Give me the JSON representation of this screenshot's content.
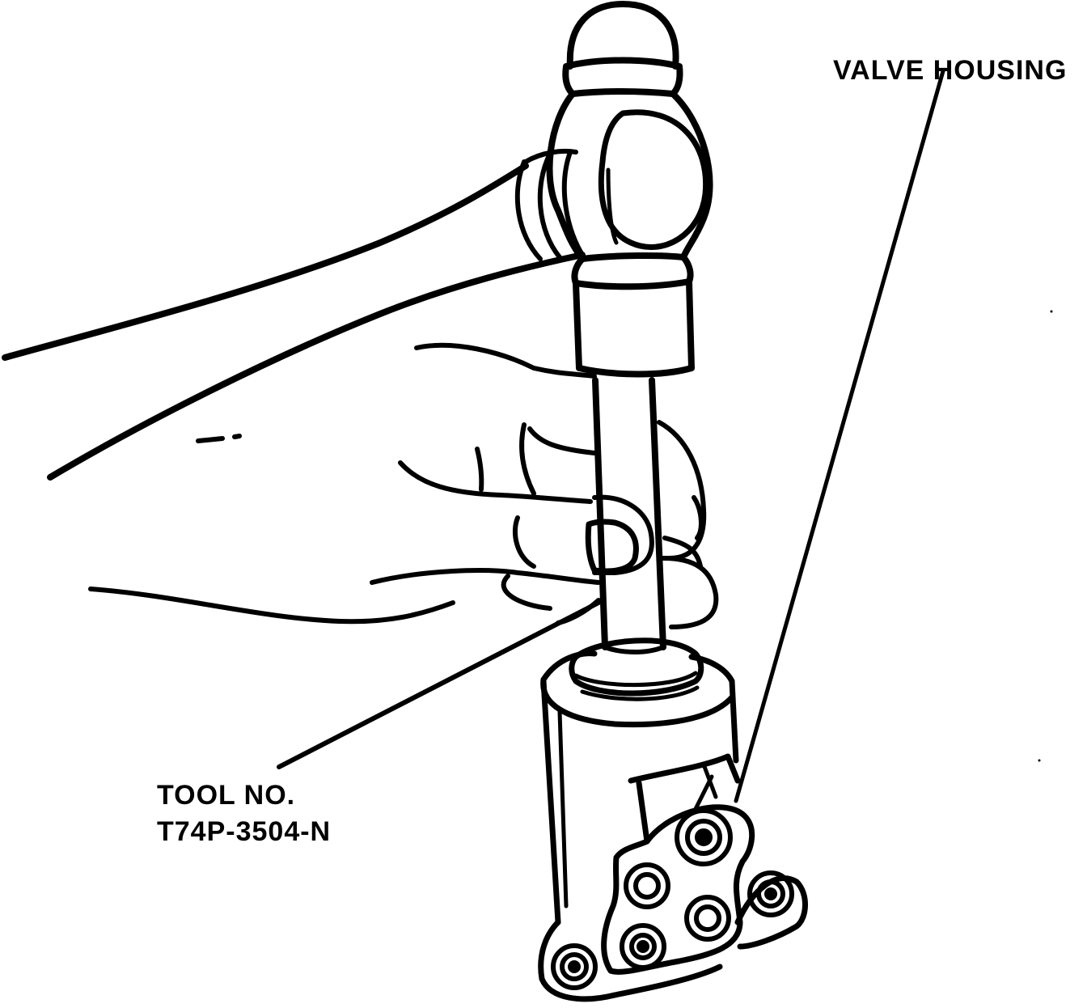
{
  "labels": {
    "valve_housing": "VALVE HOUSING",
    "tool_line1": "TOOL NO.",
    "tool_line2": "T74P-3504-N"
  },
  "colors": {
    "ink": "#000000",
    "paper": "#ffffff"
  }
}
